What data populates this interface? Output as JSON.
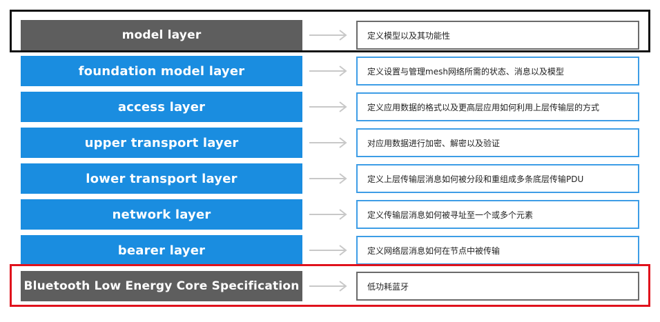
{
  "layers": [
    {
      "label": "model layer",
      "description": "定义模型以及其功能性"
    },
    {
      "label": "foundation model layer",
      "description": "定义设置与管理mesh网络所需的状态、消息以及模型"
    },
    {
      "label": "access layer",
      "description": "定义应用数据的格式以及更高层应用如何利用上层传输层的方式"
    },
    {
      "label": "upper transport layer",
      "description": "对应用数据进行加密、解密以及验证"
    },
    {
      "label": "lower transport layer",
      "description": "定义上层传输层消息如何被分段和重组成多条底层传输PDU"
    },
    {
      "label": "network layer",
      "description": "定义传输层消息如何被寻址至一个或多个元素"
    },
    {
      "label": "bearer layer",
      "description": "定义网络层消息如何在节点中被传输"
    },
    {
      "label": "Bluetooth Low Energy Core Specification",
      "description": "低功耗蓝牙"
    }
  ],
  "colors": {
    "layer_blue": "#1a8de0",
    "layer_gray": "#5e5e5e",
    "highlight_black": "#111111",
    "highlight_red": "#e0121c",
    "arrow": "#c8c8c8"
  },
  "icons": {
    "connector": "arrow-right-icon"
  }
}
